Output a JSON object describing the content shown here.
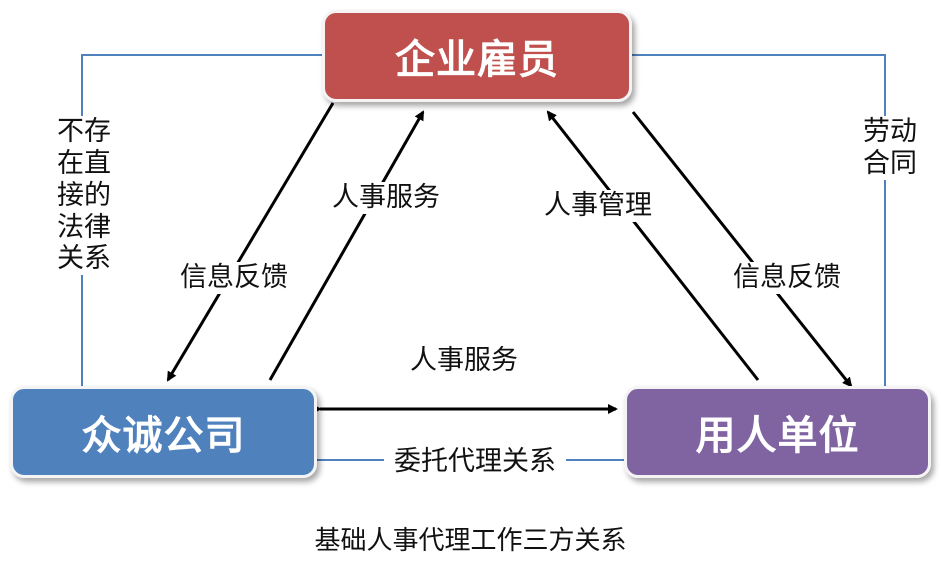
{
  "nodes": {
    "top": {
      "label": "企业雇员",
      "color": "#c0504d"
    },
    "left": {
      "label": "众诚公司",
      "color": "#4f81bd"
    },
    "right": {
      "label": "用人单位",
      "color": "#8064a2"
    }
  },
  "labels": {
    "left_side": "不存\n在直\n接的\n法律\n关系",
    "right_side": "劳动\n合同",
    "top_left_in": "信息反馈",
    "top_left_out": "人事服务",
    "top_right_in": "人事管理",
    "top_right_out": "信息反馈",
    "middle": "人事服务",
    "bottom": "委托代理关系"
  },
  "caption": "基础人事代理工作三方关系",
  "colors": {
    "connector": "#4f81bd",
    "arrow": "#000000"
  }
}
